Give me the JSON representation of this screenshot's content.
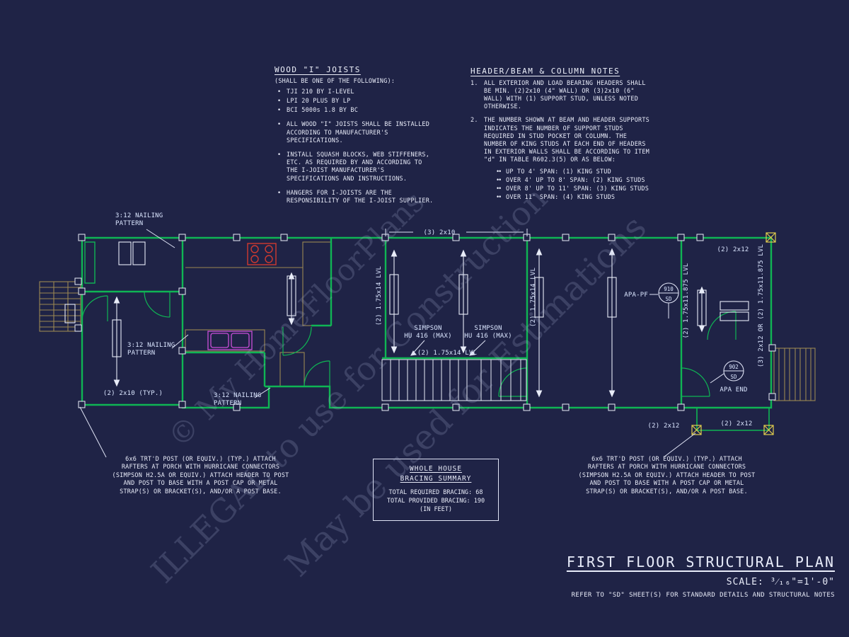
{
  "watermark": {
    "line1": "© My HomeFloorPlans",
    "line2": "ILLEGAL to use for Construction",
    "line3": "May be used for Estimations"
  },
  "wood_joists": {
    "title": "WOOD \"I\" JOISTS",
    "subtitle": "(SHALL BE ONE OF THE FOLLOWING):",
    "options": [
      "TJI 210 BY I-LEVEL",
      "LPI 20 PLUS BY LP",
      "BCI 5000s 1.8 BY BC"
    ],
    "notes": [
      "ALL WOOD \"I\" JOISTS SHALL BE INSTALLED ACCORDING TO MANUFACTURER'S SPECIFICATIONS.",
      "INSTALL SQUASH BLOCKS, WEB STIFFENERS, ETC. AS REQUIRED BY AND ACCORDING TO THE I-JOIST MANUFACTURER'S SPECIFICATIONS AND INSTRUCTIONS.",
      "HANGERS FOR I-JOISTS ARE THE RESPONSIBILITY OF THE I-JOIST SUPPLIER."
    ]
  },
  "header_notes": {
    "title": "HEADER/BEAM & COLUMN NOTES",
    "items": [
      {
        "num": "1.",
        "text": "ALL EXTERIOR AND LOAD BEARING HEADERS SHALL BE MIN. (2)2x10 (4\" WALL) OR (3)2x10 (6\" WALL) WITH (1) SUPPORT STUD, UNLESS NOTED OTHERWISE."
      },
      {
        "num": "2.",
        "text": "THE NUMBER SHOWN AT BEAM AND HEADER SUPPORTS INDICATES THE NUMBER OF SUPPORT STUDS REQUIRED IN STUD POCKET OR COLUMN. THE NUMBER OF KING STUDS AT EACH END OF HEADERS IN EXTERIOR WALLS SHALL BE ACCORDING TO ITEM \"d\" IN TABLE R602.3(5) OR AS BELOW:"
      }
    ],
    "king_studs": [
      "UP TO 4' SPAN: (1) KING STUD",
      "OVER 4' UP TO 8' SPAN: (2) KING STUDS",
      "OVER 8' UP TO 11' SPAN: (3) KING STUDS",
      "OVER 11' SPAN: (4) KING STUDS"
    ]
  },
  "bracing": {
    "title_line1": "WHOLE HOUSE",
    "title_line2": "BRACING SUMMARY",
    "required": "TOTAL REQUIRED BRACING: 68",
    "provided": "TOTAL PROVIDED BRACING: 190",
    "unit": "(IN FEET)"
  },
  "post_note": "6x6 TRT'D POST (OR EQUIV.) (TYP.) ATTACH RAFTERS AT PORCH WITH HURRICANE CONNECTORS (SIMPSON H2.5A OR EQUIV.) ATTACH HEADER TO POST AND POST TO BASE WITH A POST CAP OR METAL STRAP(S) OR BRACKET(S), AND/OR A POST BASE.",
  "title_block": {
    "title": "FIRST FLOOR STRUCTURAL PLAN",
    "scale": "SCALE: ³⁄₁₆\"=1'-0\"",
    "note": "REFER TO \"SD\" SHEET(S) FOR STANDARD DETAILS AND STRUCTURAL NOTES"
  },
  "plan": {
    "labels": {
      "nailing": "3:12 NAILING",
      "pattern": "PATTERN",
      "dim_3_2x10": "(3) 2x10",
      "dim_2_2x12": "(2) 2x12",
      "dim_2_2x10_typ": "(2) 2x10 (TYP.)",
      "lvl_14": "(2) 1.75x14 LVL",
      "lvl_11875": "(2) 1.75x11.875 LVL",
      "lvl_right": "(3) 2x12 OR (2) 1.75x11.875 LVL",
      "simpson1": "SIMPSON",
      "simpson2": "HU 416 (MAX)",
      "apa_pf": "APA-PF",
      "apa_end": "APA END",
      "tag_910": "910",
      "tag_902": "902",
      "tag_sd": "SD"
    },
    "colors": {
      "wall_green": "#0fb554",
      "line_white": "#e8ecf8",
      "counter_tan": "#9b8753",
      "stove_red": "#cf3a30",
      "sink_magenta": "#c94fd8",
      "anchor_yellow": "#e3cf4e",
      "background": "#1f2346"
    }
  }
}
